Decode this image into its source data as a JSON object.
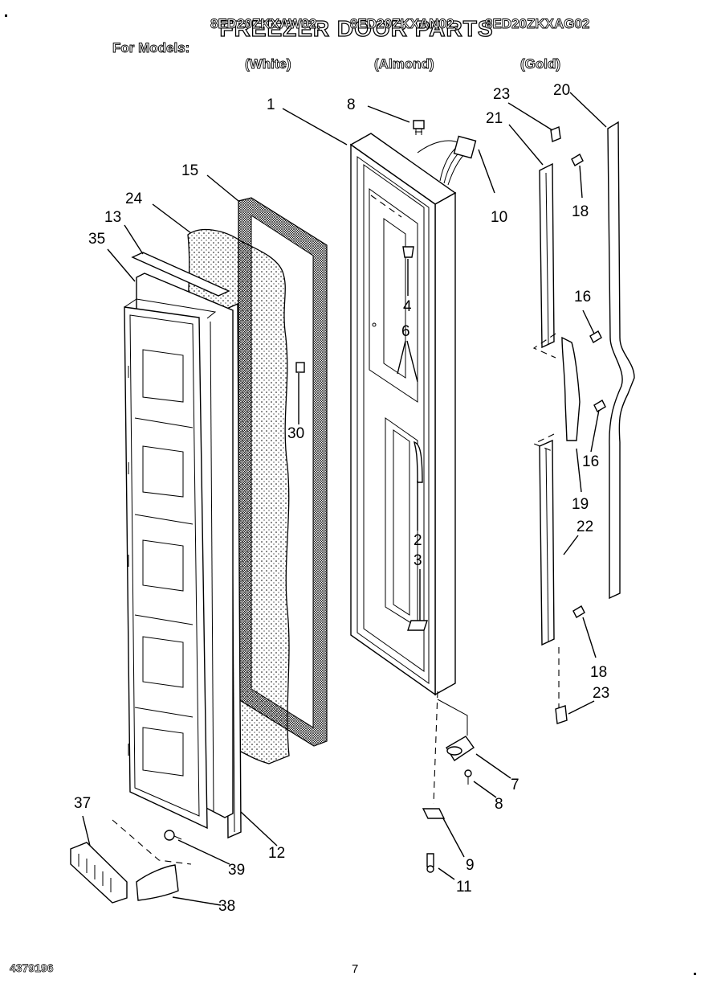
{
  "header": {
    "title": "FREEZER DOOR PARTS",
    "for_models_label": "For Models:",
    "models": [
      {
        "number": "8ED20ZKXAW02,",
        "color": "(White)"
      },
      {
        "number": "8ED20ZKXAN02,",
        "color": "(Almond)"
      },
      {
        "number": "8ED20ZKXAG02",
        "color": "(Gold)"
      }
    ]
  },
  "callouts": [
    "1",
    "8",
    "15",
    "24",
    "13",
    "35",
    "10",
    "4",
    "6",
    "30",
    "2",
    "3",
    "7",
    "8",
    "9",
    "11",
    "12",
    "39",
    "37",
    "38",
    "23",
    "20",
    "21",
    "18",
    "16",
    "16",
    "19",
    "22",
    "18",
    "23"
  ],
  "footer": {
    "doc_number": "4379196",
    "page_number": "7"
  }
}
